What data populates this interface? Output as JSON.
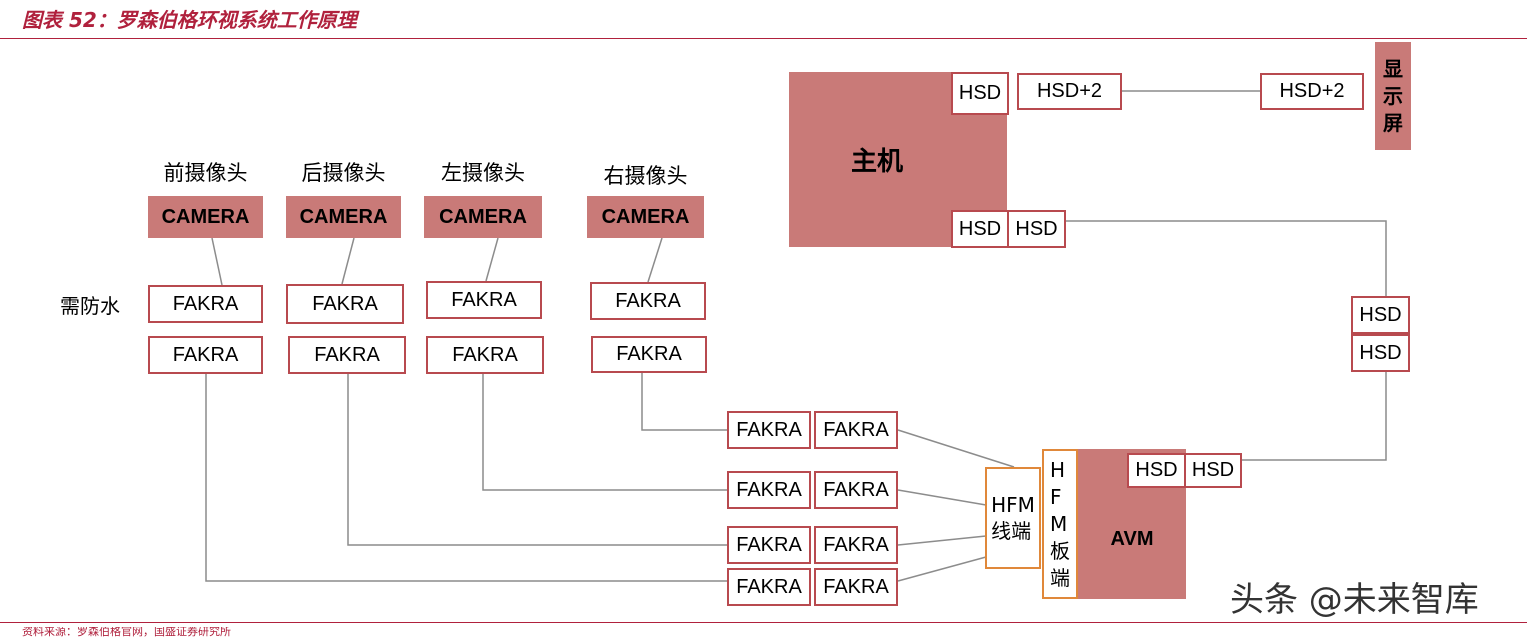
{
  "header": {
    "title": "图表 52：罗森伯格环视系统工作原理",
    "source": "资料来源：罗森伯格官网，国盛证券研究所"
  },
  "colors": {
    "accent": "#b0213d",
    "box_fill": "#c97a78",
    "box_border": "#b84a4f",
    "hfm_border": "#e0883a"
  },
  "host": {
    "label": "主机",
    "hsd_top": "HSD",
    "hsd_bottom_left": "HSD",
    "hsd_bottom_right": "HSD"
  },
  "display": {
    "label": "显\n示\n屏",
    "hsd_near_host": "HSD+2",
    "hsd_near_display": "HSD+2"
  },
  "right_chain": {
    "hsd_top": "HSD",
    "hsd_bottom": "HSD"
  },
  "cameras": [
    {
      "title": "前摄像头",
      "label": "CAMERA",
      "fakra_top": "FAKRA",
      "fakra_bottom": "FAKRA"
    },
    {
      "title": "后摄像头",
      "label": "CAMERA",
      "fakra_top": "FAKRA",
      "fakra_bottom": "FAKRA"
    },
    {
      "title": "左摄像头",
      "label": "CAMERA",
      "fakra_top": "FAKRA",
      "fakra_bottom": "FAKRA"
    },
    {
      "title": "右摄像头",
      "label": "CAMERA",
      "fakra_top": "FAKRA",
      "fakra_bottom": "FAKRA"
    }
  ],
  "waterproof_note": "需防水",
  "mid_connectors": [
    {
      "left": "FAKRA",
      "right": "FAKRA"
    },
    {
      "left": "FAKRA",
      "right": "FAKRA"
    },
    {
      "left": "FAKRA",
      "right": "FAKRA"
    },
    {
      "left": "FAKRA",
      "right": "FAKRA"
    }
  ],
  "hfm_cable": {
    "label": "HFM\n线端"
  },
  "hfm_board": {
    "label": "H\nF\nM\n板\n端"
  },
  "avm": {
    "label": "AVM",
    "hsd_left": "HSD",
    "hsd_right": "HSD"
  },
  "watermark": "头条 @未来智库"
}
